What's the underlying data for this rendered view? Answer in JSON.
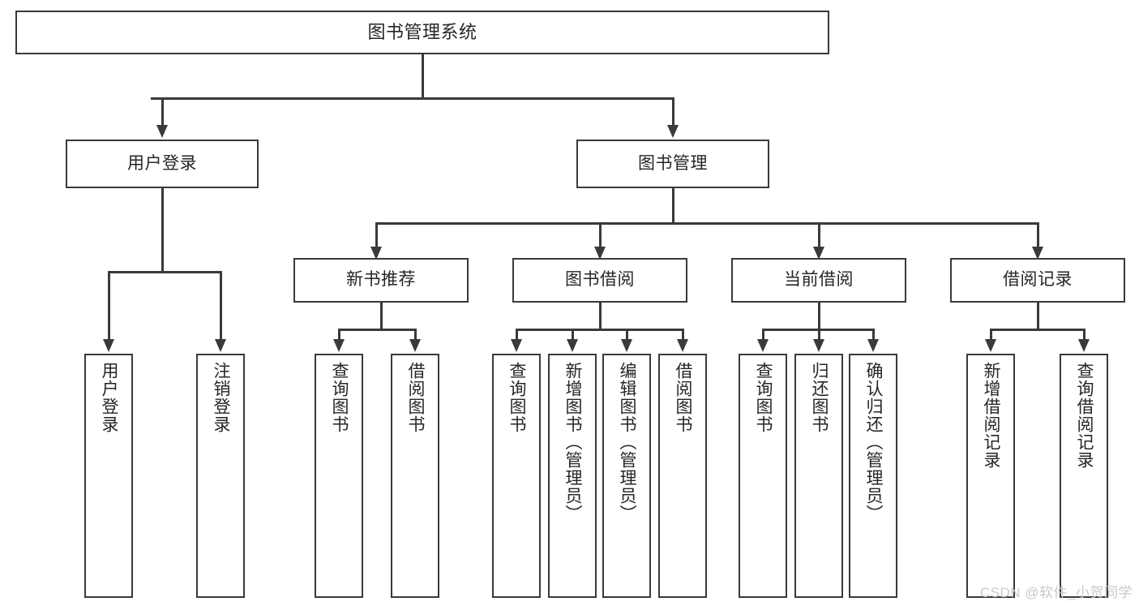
{
  "diagram": {
    "type": "tree-hierarchy",
    "title": "图书管理系统",
    "watermark": "CSDN @软件_小贺同学",
    "colors": {
      "stroke": "#3a3a3a",
      "fill": "#ffffff",
      "text": "#262626",
      "watermark": "#c9c9c9"
    },
    "nodes": {
      "root": {
        "label": "图书管理系统"
      },
      "level1": [
        {
          "label": "用户登录"
        },
        {
          "label": "图书管理"
        }
      ],
      "level2": [
        {
          "label": "新书推荐"
        },
        {
          "label": "图书借阅"
        },
        {
          "label": "当前借阅"
        },
        {
          "label": "借阅记录"
        }
      ],
      "leaves": {
        "user_login": [
          {
            "label": "用户登录"
          },
          {
            "label": "注销登录"
          }
        ],
        "new_book_recommend": [
          {
            "label": "查询图书"
          },
          {
            "label": "借阅图书"
          }
        ],
        "book_borrow": [
          {
            "label": "查询图书"
          },
          {
            "label": "新增图书（管理员）"
          },
          {
            "label": "编辑图书（管理员）"
          },
          {
            "label": "借阅图书"
          }
        ],
        "current_borrow": [
          {
            "label": "查询图书"
          },
          {
            "label": "归还图书"
          },
          {
            "label": "确认归还（管理员）"
          }
        ],
        "borrow_record": [
          {
            "label": "新增借阅记录"
          },
          {
            "label": "查询借阅记录"
          }
        ]
      }
    }
  }
}
